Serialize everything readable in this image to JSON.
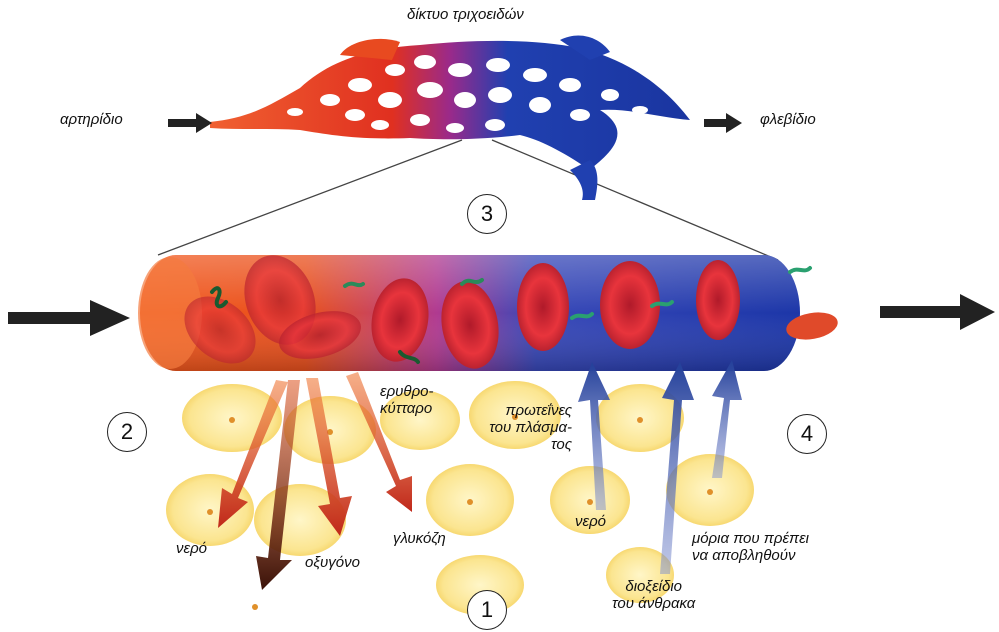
{
  "labels": {
    "capillary_network": "δίκτυο τριχοειδών",
    "arteriole": "αρτηρίδιο",
    "venule": "φλεβίδιο",
    "red_blood_cell_line1": "ερυθρο-",
    "red_blood_cell_line2": "κύτταρο",
    "plasma_proteins_line1": "πρωτεΐνες",
    "plasma_proteins_line2": "του πλάσμα-",
    "plasma_proteins_line3": "τος",
    "water_out": "νερό",
    "oxygen": "οξυγόνο",
    "glucose": "γλυκόζη",
    "water_in": "νερό",
    "carbon_dioxide_line1": "διοξείδιο",
    "carbon_dioxide_line2": "του άνθρακα",
    "waste_line1": "μόρια που πρέπει",
    "waste_line2": "να αποβληθούν"
  },
  "markers": [
    "1",
    "2",
    "3",
    "4"
  ],
  "colors": {
    "arterial": "#e8501e",
    "venous": "#1f3aa8",
    "cell": "#f7d86a",
    "arrow_out": "#c8321a",
    "arrow_in": "#27409a",
    "flow_arrow": "#222222"
  }
}
